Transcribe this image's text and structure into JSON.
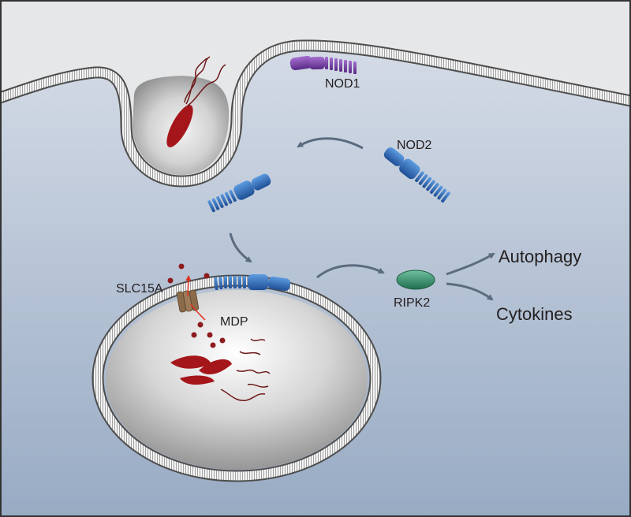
{
  "labels": {
    "nod1": "NOD1",
    "nod2": "NOD2",
    "slc15a": "SLC15A",
    "mdp": "MDP",
    "ripk2": "RIPK2",
    "autophagy": "Autophagy",
    "cytokines": "Cytokines"
  },
  "colors": {
    "extracellular": "#e6e7e9",
    "cytoplasm_top": "#cdd6e3",
    "cytoplasm_bottom": "#9aacc5",
    "membrane_line": "#595959",
    "membrane_fill": "#f2f2f2",
    "vesicle_fill": "#bfbfbf",
    "bacterium": "#a4161a",
    "nod1": "#7b3fa0",
    "nod2": "#2f6fb5",
    "transporter": "#8b6b4a",
    "ripk2": "#2e8b57",
    "arrow": "#5b6b80",
    "mdp_dot": "#8e1b1e",
    "red_arrow": "#e0301e"
  }
}
